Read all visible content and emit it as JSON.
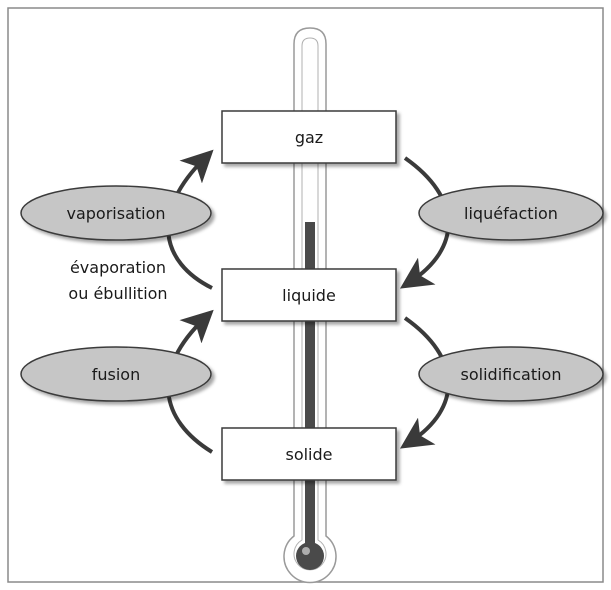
{
  "states": {
    "gas": "gaz",
    "liquid": "liquide",
    "solid": "solide"
  },
  "transitions": {
    "vaporisation": "vaporisation",
    "liquefaction": "liquéfaction",
    "fusion": "fusion",
    "solidification": "solidification"
  },
  "note": {
    "line1": "évaporation",
    "line2": "ou ébullition"
  },
  "colors": {
    "ellipse_fill": "#c6c6c6",
    "box_fill": "#ffffff",
    "stroke": "#3a3a3a",
    "mercury": "#4a4a4a",
    "frame": "#8a8a8a"
  }
}
